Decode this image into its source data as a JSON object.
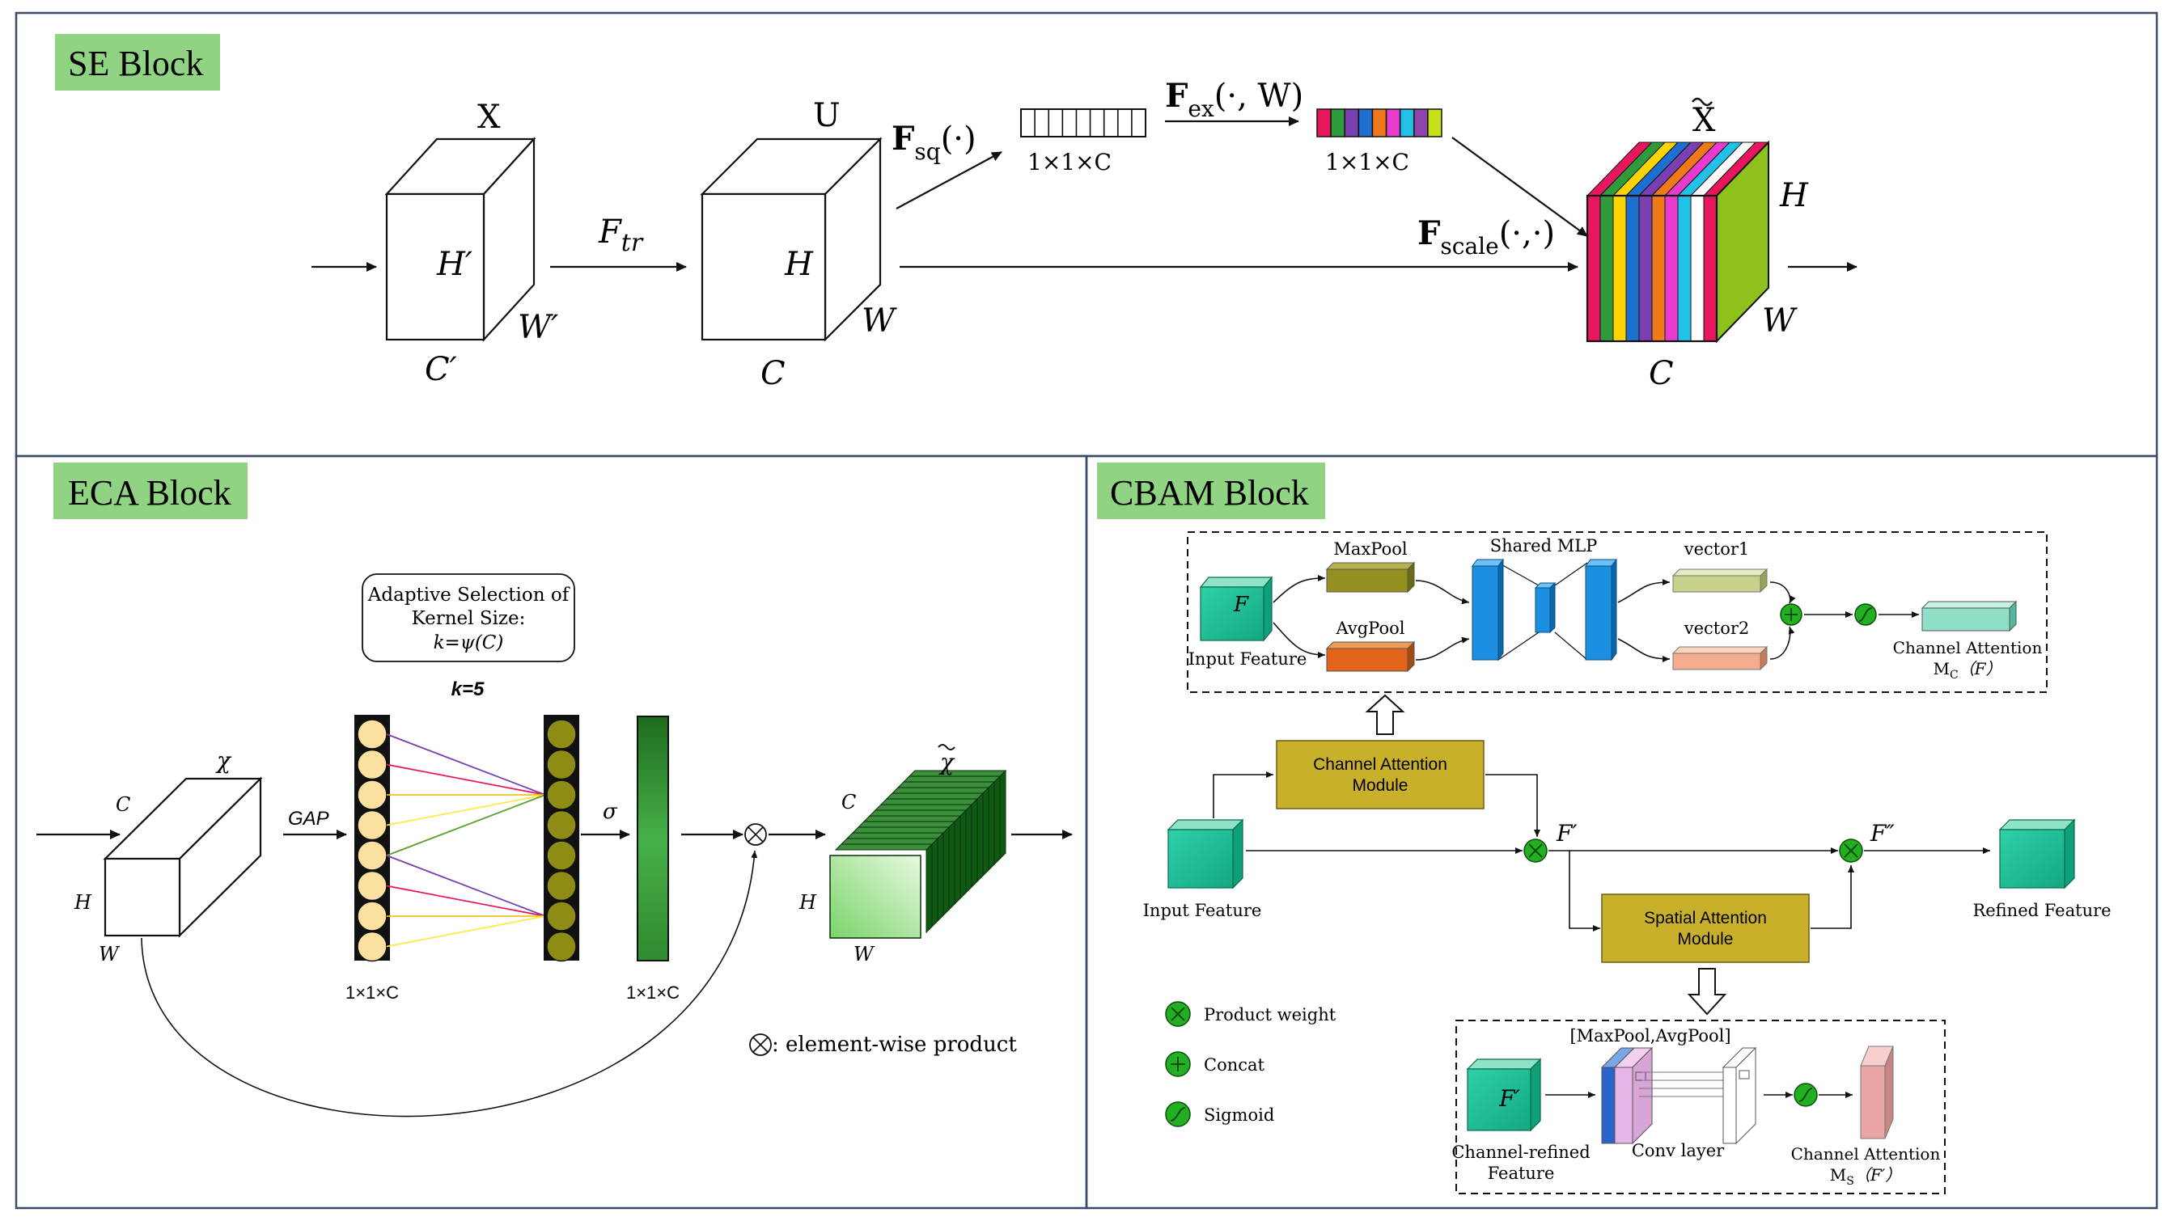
{
  "se": {
    "title": "SE Block",
    "x_label": "X",
    "u_label": "U",
    "xt_label": "X",
    "h1": "H′",
    "w1": "W′",
    "c1": "C′",
    "ftr": "F",
    "ftr_sub": "tr",
    "h2": "H",
    "w2": "W",
    "c2": "C",
    "fsq": "F",
    "fsq_sub": "sq",
    "fsq_arg": "(·)",
    "vec1_label": "1×1×C",
    "fex": "F",
    "fex_sub": "ex",
    "fex_arg": "(·, W)",
    "vec2_label": "1×1×C",
    "fscale": "F",
    "fscale_sub": "scale",
    "fscale_arg": "(·,·)",
    "h3": "H",
    "w3": "W",
    "c3": "C",
    "vec2_colors": [
      "#e8175d",
      "#2e9c3c",
      "#7a3fb0",
      "#1f6fd1",
      "#f07a1a",
      "#e83ccf",
      "#22c1e8",
      "#8e44ad",
      "#c8e01b"
    ],
    "front_colors": [
      "#e8175d",
      "#2e9c3c",
      "#ffd400",
      "#1f6fd1",
      "#7a3fb0",
      "#f07a1a",
      "#e83ccf",
      "#22c1e8",
      "#ffffff",
      "#e8175d"
    ]
  },
  "eca": {
    "title": "ECA Block",
    "adaptive_line1": "Adaptive Selection of",
    "adaptive_line2": "Kernel Size:",
    "adaptive_line3": "k=ψ(C)",
    "k_label": "k=5",
    "chi": "χ",
    "c": "C",
    "h": "H",
    "w": "W",
    "gap": "GAP",
    "sigma": "σ",
    "vec_label1": "1×1×C",
    "vec_label2": "1×1×C",
    "chi_tilde": "χ",
    "c2": "C",
    "h2": "H",
    "w2": "W",
    "legend": ": element-wise product"
  },
  "cbam": {
    "title": "CBAM Block",
    "maxpool": "MaxPool",
    "avgpool": "AvgPool",
    "shared_mlp": "Shared MLP",
    "vector1": "vector1",
    "vector2": "vector2",
    "f_label": "F",
    "input_feature_top": "Input Feature",
    "channel_attention_label": "Channel Attention",
    "mc_label": "M",
    "mc_sub": "C",
    "mc_arg": "（F）",
    "cam_line1": "Channel Attention",
    "cam_line2": "Module",
    "f_prime": "F′",
    "f_dprime": "F″",
    "input_feature": "Input Feature",
    "refined_feature": "Refined Feature",
    "sam_line1": "Spatial Attention",
    "sam_line2": "Module",
    "legend_product": "Product weight",
    "legend_concat": "Concat",
    "legend_sigmoid": "Sigmoid",
    "pool_label": "[MaxPool,AvgPool]",
    "f_prime_box": "F′",
    "channel_refined_line1": "Channel-refined",
    "channel_refined_line2": "Feature",
    "conv_layer": "Conv layer",
    "channel_attention_label2": "Channel Attention",
    "ms_label": "M",
    "ms_sub": "S",
    "ms_arg": "（F′）"
  },
  "colors": {
    "title_bg": "#90d383",
    "teal": "#1dbf9a",
    "olive_box": "#c9b02a",
    "green_op": "#22b022",
    "blue_mlp": "#1d8fe0"
  }
}
